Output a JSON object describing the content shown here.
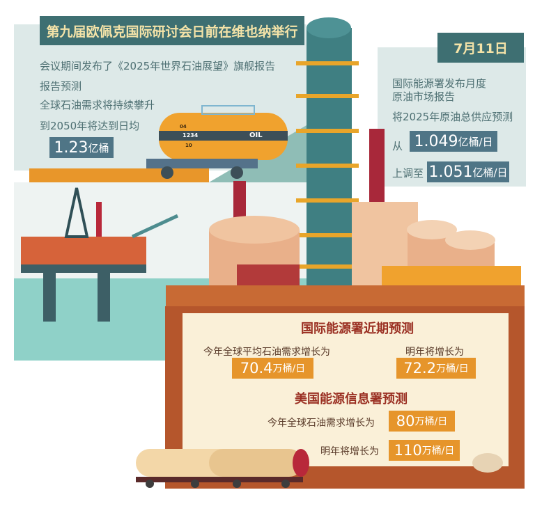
{
  "left_panel": {
    "title": "第九届欧佩克国际研讨会日前在维也纳举行",
    "line1": "会议期间发布了《2025年世界石油展望》旗舰报告",
    "line2": "报告预测",
    "line3": "全球石油需求将持续攀升",
    "line4": "到2050年将达到日均",
    "value_num": "1.23",
    "value_unit": "亿桶"
  },
  "right_panel": {
    "date": "7月11日",
    "line1": "国际能源署发布月度",
    "line2": "原油市场报告",
    "line3": "将2025年原油总供应预测",
    "from_label": "从",
    "from_num": "1.049",
    "from_unit": "亿桶/日",
    "to_label": "上调至",
    "to_num": "1.051",
    "to_unit": "亿桶/日"
  },
  "tank_car": {
    "code1": "04",
    "code2": "1234",
    "code3": "10",
    "label": "OIL"
  },
  "iea": {
    "heading": "国际能源署近期预测",
    "this_year_label": "今年全球平均石油需求增长为",
    "this_year_num": "70.4",
    "next_year_label": "明年将增长为",
    "next_year_num": "72.2",
    "unit": "万桶/日"
  },
  "eia": {
    "heading": "美国能源信息署预测",
    "this_year_label": "今年全球石油需求增长为",
    "this_year_num": "80",
    "next_year_label": "明年将增长为",
    "next_year_num": "110",
    "unit": "万桶/日"
  },
  "colors": {
    "teal": "#3e6f72",
    "orange": "#e6952b",
    "brown": "#b5562c",
    "cream": "#faf0d8"
  }
}
